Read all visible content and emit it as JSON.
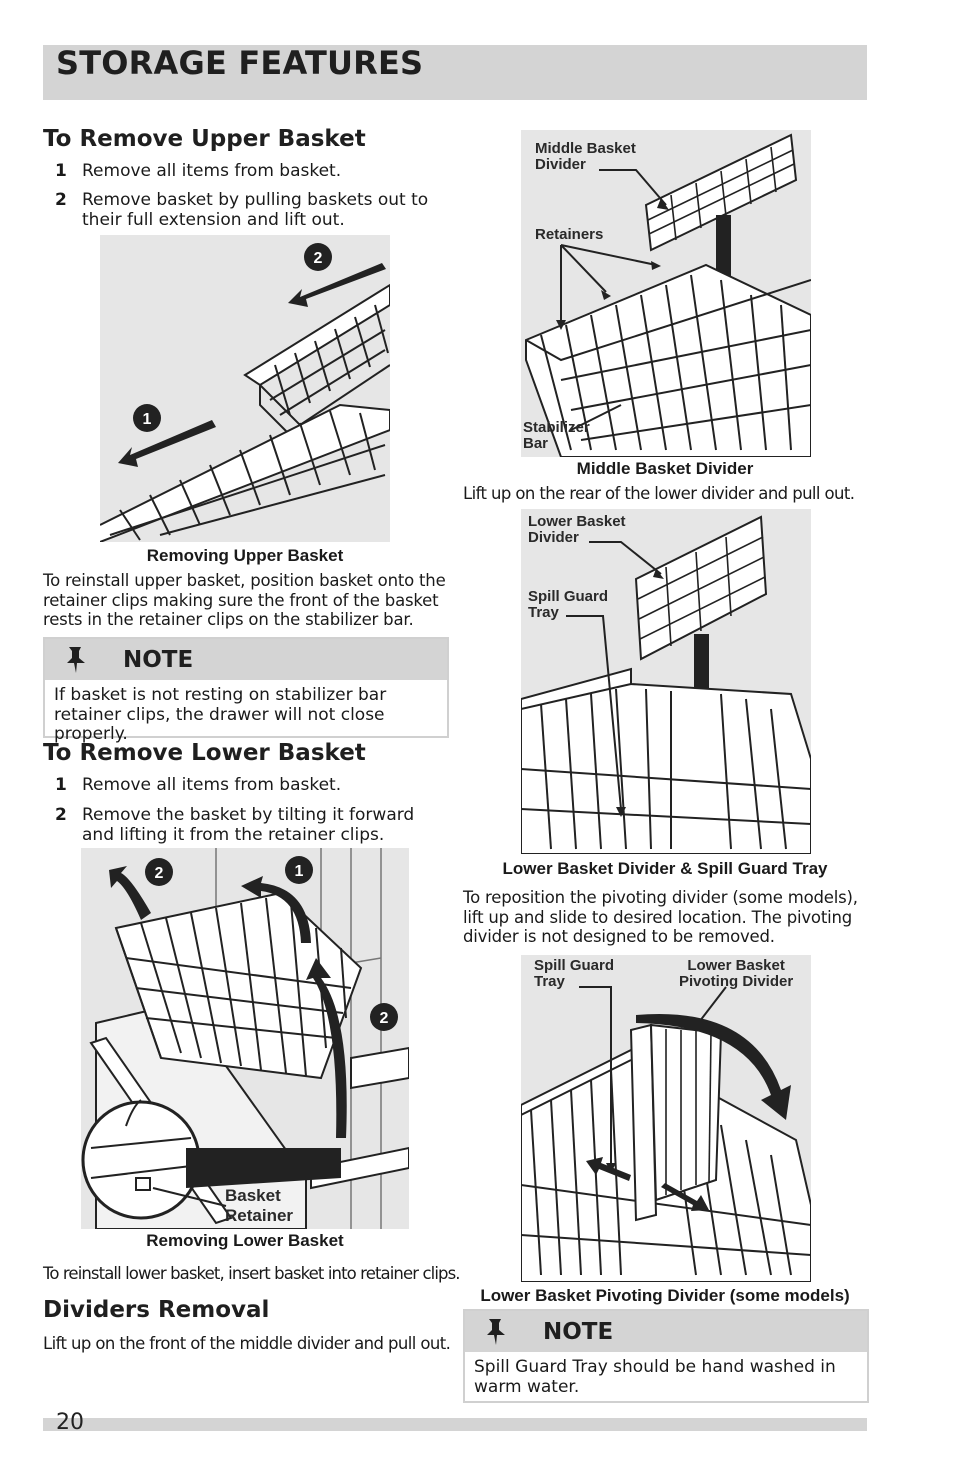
{
  "header": {
    "title": "STORAGE FEATURES"
  },
  "upper": {
    "heading": "To Remove Upper Basket",
    "steps": [
      {
        "num": "1",
        "text": "Remove all items from basket."
      },
      {
        "num": "2",
        "text": "Remove basket by pulling baskets out to their full extension and lift out."
      }
    ],
    "badges": [
      "2",
      "1"
    ],
    "caption": "Removing Upper Basket",
    "reinstall": "To reinstall upper basket, position basket onto the retainer clips making sure the front of the basket rests in the retainer clips on the stabilizer bar."
  },
  "note1": {
    "title": "NOTE",
    "icon": "pushpin-icon",
    "text": "If basket is not resting on stabilizer bar retainer clips, the drawer will not close properly."
  },
  "lower": {
    "heading": "To Remove Lower Basket",
    "steps": [
      {
        "num": "1",
        "text": "Remove all items from basket."
      },
      {
        "num": "2",
        "text": "Remove the basket by tilting it forward and lifting it from the retainer clips."
      }
    ],
    "badges": [
      "2",
      "1",
      "2"
    ],
    "retainer_label": "Basket\nRetainer",
    "caption": "Removing Lower Basket",
    "reinstall": "To reinstall lower basket, insert basket into retainer clips."
  },
  "dividers": {
    "heading": "Dividers Removal",
    "text": "Lift up on the front of the middle divider and pull out."
  },
  "middle_fig": {
    "label_divider": "Middle Basket\nDivider",
    "label_retainers": "Retainers",
    "label_stabilizer": "Stabilizer\nBar",
    "caption": "Middle Basket Divider",
    "text": "Lift up on the rear of the lower divider and pull out."
  },
  "lower_fig": {
    "label_divider": "Lower Basket\nDivider",
    "label_tray": "Spill Guard\nTray",
    "caption": "Lower Basket Divider & Spill Guard Tray",
    "text": "To reposition the pivoting divider (some models), lift up and slide to desired location. The pivoting divider is not designed to be removed."
  },
  "pivot_fig": {
    "label_tray": "Spill Guard\nTray",
    "label_pivot": "Lower Basket\nPivoting Divider",
    "caption": "Lower Basket Pivoting Divider (some models)"
  },
  "note2": {
    "title": "NOTE",
    "icon": "pushpin-icon",
    "text": "Spill Guard Tray should be hand washed in warm water."
  },
  "footer": {
    "page_number": "20"
  }
}
